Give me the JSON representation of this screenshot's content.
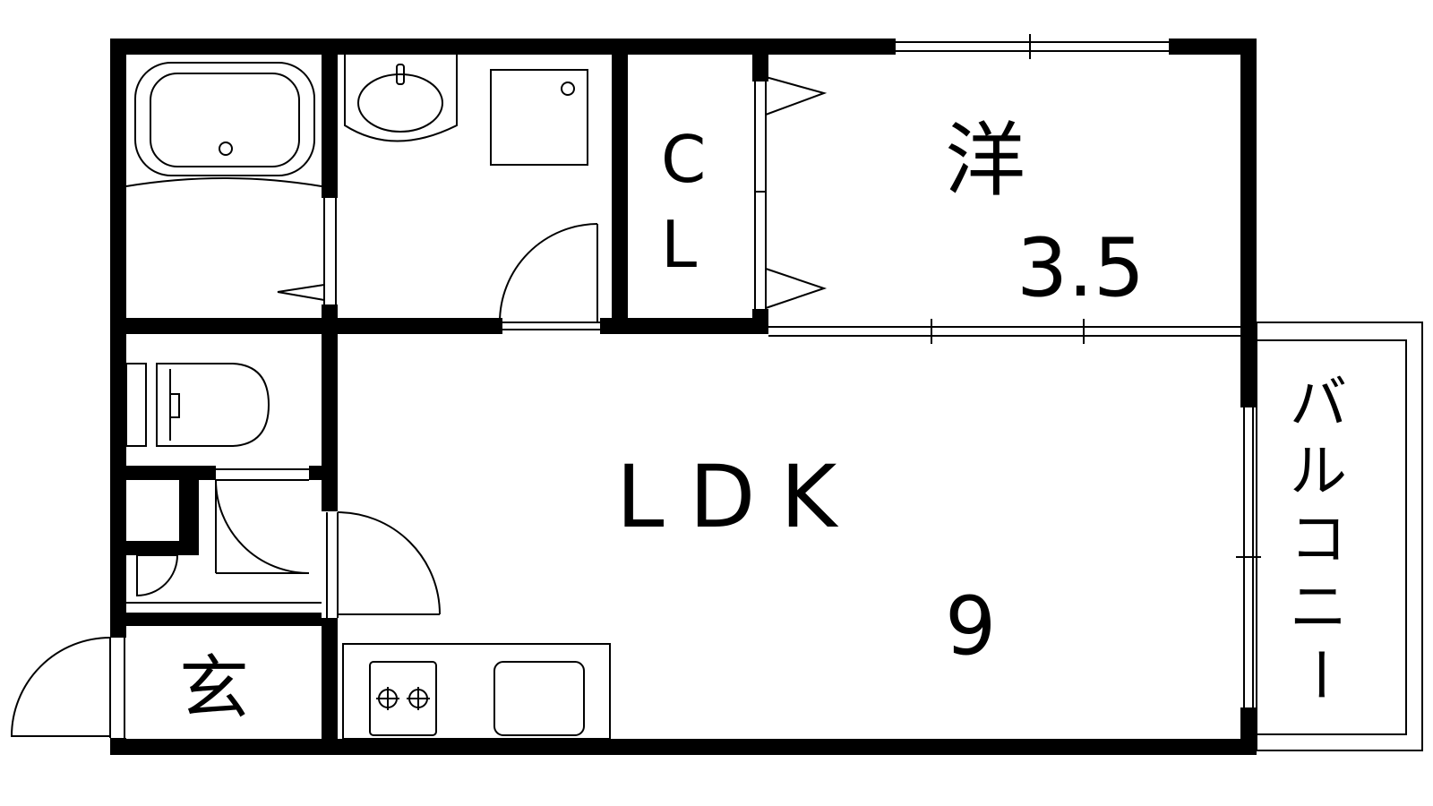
{
  "rooms": {
    "western": {
      "label": "洋",
      "size": "3.5"
    },
    "ldk": {
      "label": "LDK",
      "size": "9"
    },
    "closet": {
      "label_top": "C",
      "label_bottom": "L"
    },
    "entrance": {
      "label": "玄"
    },
    "balcony": {
      "chars": [
        "バ",
        "ル",
        "コ",
        "ニ",
        "ー"
      ]
    }
  }
}
